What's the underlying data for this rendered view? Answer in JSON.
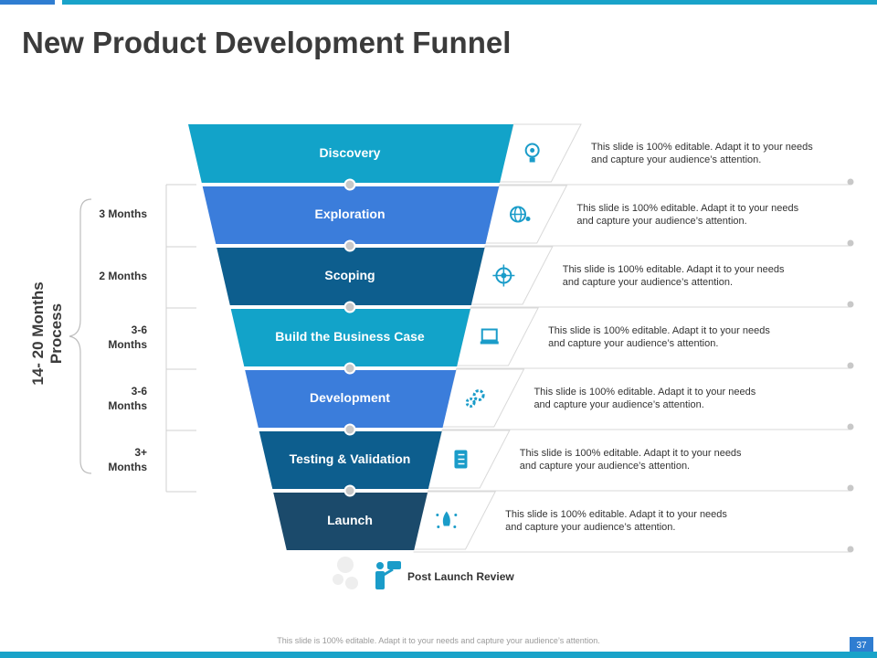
{
  "title": "New Product Development Funnel",
  "process_label": {
    "line1": "14- 20 Months",
    "line2": "Process"
  },
  "stages": [
    {
      "label": "Discovery",
      "color": "#12a3c9",
      "icon": "lightbulb-icon",
      "desc_line1": "This slide is 100% editable. Adapt it to your needs",
      "desc_line2": "and capture your audience’s attention."
    },
    {
      "label": "Exploration",
      "color": "#3b7ddb",
      "icon": "globe-icon",
      "desc_line1": "This slide is 100% editable. Adapt it to your needs",
      "desc_line2": "and capture your audience’s attention."
    },
    {
      "label": "Scoping",
      "color": "#0d5e8e",
      "icon": "target-icon",
      "desc_line1": "This slide is 100% editable. Adapt it to your needs",
      "desc_line2": "and capture your audience’s attention."
    },
    {
      "label": "Build the Business Case",
      "color": "#12a3c9",
      "icon": "laptop-icon",
      "desc_line1": "This slide is 100% editable. Adapt it to your needs",
      "desc_line2": "and capture your audience’s attention."
    },
    {
      "label": "Development",
      "color": "#3b7ddb",
      "icon": "gears-icon",
      "desc_line1": "This slide is 100% editable. Adapt it to your needs",
      "desc_line2": "and capture your audience’s attention."
    },
    {
      "label": "Testing & Validation",
      "color": "#0d5e8e",
      "icon": "checklist-icon",
      "desc_line1": "This slide is 100% editable. Adapt it to your needs",
      "desc_line2": "and capture your audience’s attention."
    },
    {
      "label": "Launch",
      "color": "#1b4a6b",
      "icon": "rocket-icon",
      "desc_line1": "This slide is 100% editable. Adapt it to your needs",
      "desc_line2": "and capture your audience’s attention."
    }
  ],
  "months": [
    {
      "line1": "3 Months",
      "line2": ""
    },
    {
      "line1": "2 Months",
      "line2": ""
    },
    {
      "line1": "3-6",
      "line2": "Months"
    },
    {
      "line1": "3-6",
      "line2": "Months"
    },
    {
      "line1": "3+",
      "line2": "Months"
    }
  ],
  "post_launch": "Post Launch Review",
  "footer": "This slide is 100% editable.  Adapt it to your needs and capture your audience’s attention.",
  "page_number": "37"
}
